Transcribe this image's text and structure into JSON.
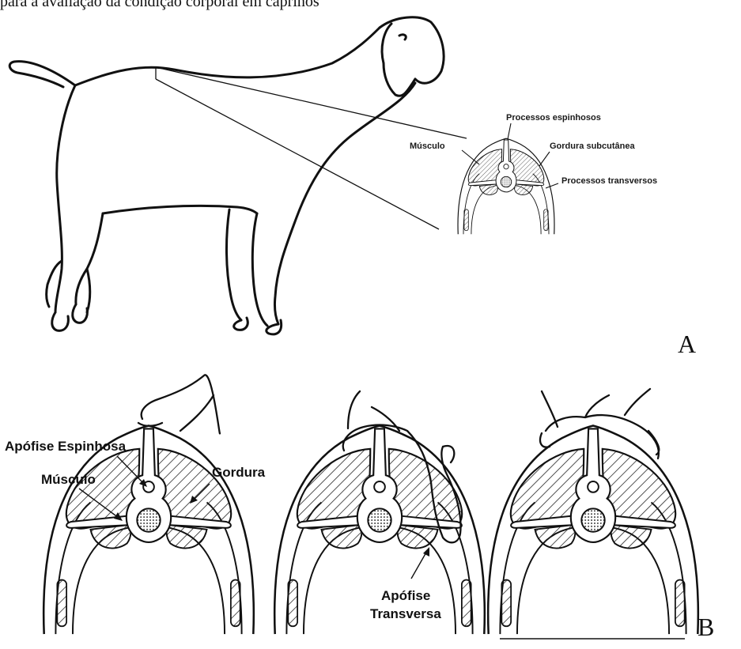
{
  "top_text": "para a avaliação da condição corporal em caprinos",
  "panel_a": {
    "letter": "A",
    "labels": {
      "processos_espinhosos": "Processos espinhosos",
      "gordura_subcutanea": "Gordura subcutânea",
      "musculo": "Músculo",
      "processos_transversos": "Processos transversos"
    }
  },
  "panel_b": {
    "letter": "B",
    "labels": {
      "apofise_espinhosa": "Apófise Espinhosa",
      "musculo": "Músculo",
      "gordura": "Gordura",
      "apofise_transversa_1": "Apófise",
      "apofise_transversa_2": "Transversa"
    }
  }
}
